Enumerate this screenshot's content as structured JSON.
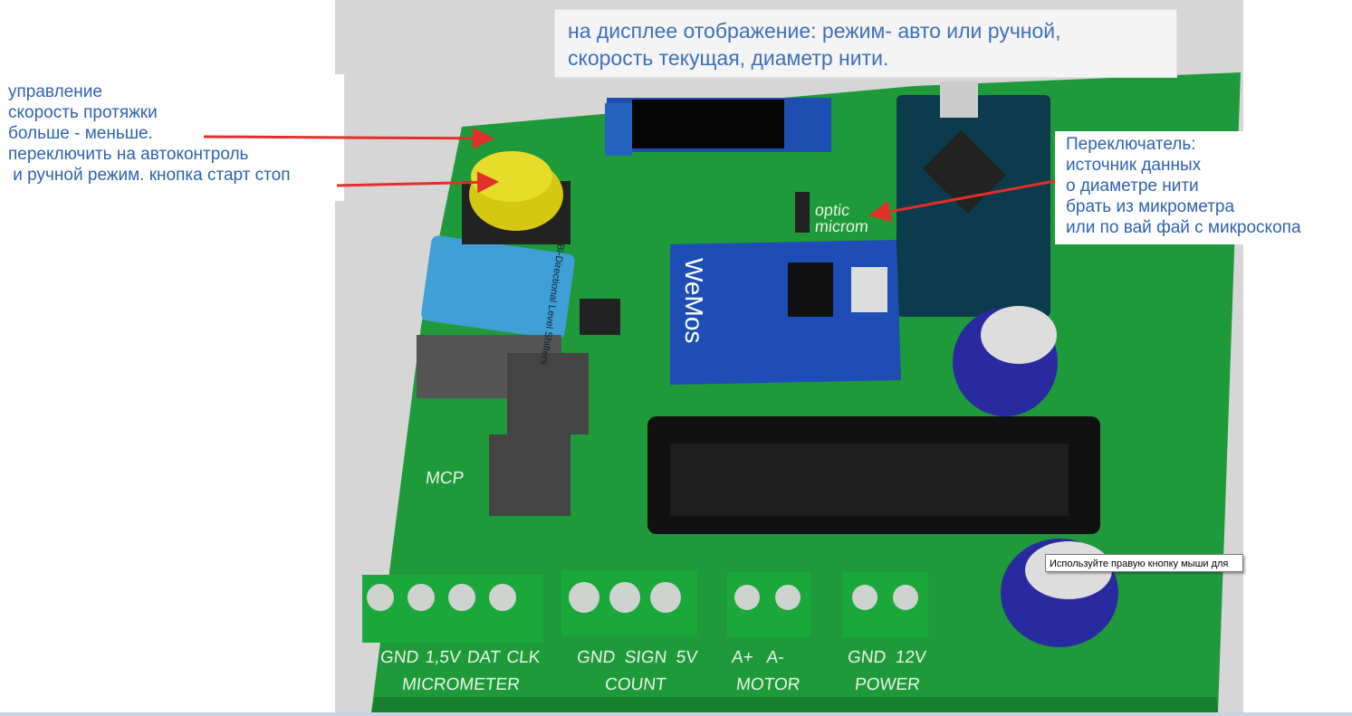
{
  "annotations": {
    "left": "управление\nскорость протяжки\nбольше - меньше.\nпереключить на автоконтроль\n и ручной режим. кнопка старт стоп",
    "top": "на дисплее отображение: режим- авто или ручной,\nскорость текущая, диаметр нити.",
    "right": "Переключатель:\nисточник данных\nо диаметре нити\nбрать из микрометра\nили по вай фай с микроскопа"
  },
  "board": {
    "module_wemos": "WeMos",
    "jumper_labels": [
      "optic",
      "microm"
    ],
    "level_shifter": "Bi-Directional Level Shifters",
    "mcp_label": "MCP",
    "connectors": [
      {
        "pins": "GND  1,5V  DAT  CLK",
        "name": "MICROMETER"
      },
      {
        "pins": "GND  SIGN  5V",
        "name": "COUNT"
      },
      {
        "pins": "A+   A-",
        "name": "MOTOR"
      },
      {
        "pins": "GND  12V",
        "name": "POWER"
      }
    ]
  },
  "tooltip": "Используйте правую кнопку мыши для",
  "colors": {
    "pcb": "#1f9a3a",
    "arrow": "#e0302a",
    "annotation": "#2e63b0"
  }
}
